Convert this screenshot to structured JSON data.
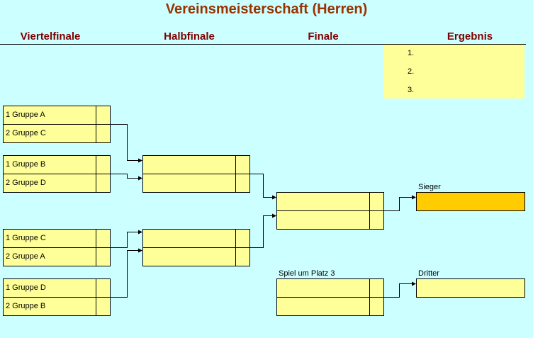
{
  "title": "Vereinsmeisterschaft (Herren)",
  "columns": {
    "viertelfinale": "Viertelfinale",
    "halbfinale": "Halbfinale",
    "finale": "Finale",
    "ergebnis": "Ergebnis"
  },
  "ergebnis": {
    "ranks": [
      "1.",
      "2.",
      "3."
    ]
  },
  "viertelfinale": [
    {
      "team1": "1 Gruppe A",
      "team2": "2 Gruppe C"
    },
    {
      "team1": "1 Gruppe B",
      "team2": "2 Gruppe D"
    },
    {
      "team1": "1 Gruppe C",
      "team2": "2 Gruppe A"
    },
    {
      "team1": "1 Gruppe D",
      "team2": "2 Gruppe B"
    }
  ],
  "labels": {
    "sieger": "Sieger",
    "platz3": "Spiel um Platz 3",
    "dritter": "Dritter"
  },
  "colors": {
    "background": "#ccffff",
    "cell": "#ffff99",
    "sieger": "#ffcc00",
    "title": "#993300",
    "heading": "#800000"
  }
}
